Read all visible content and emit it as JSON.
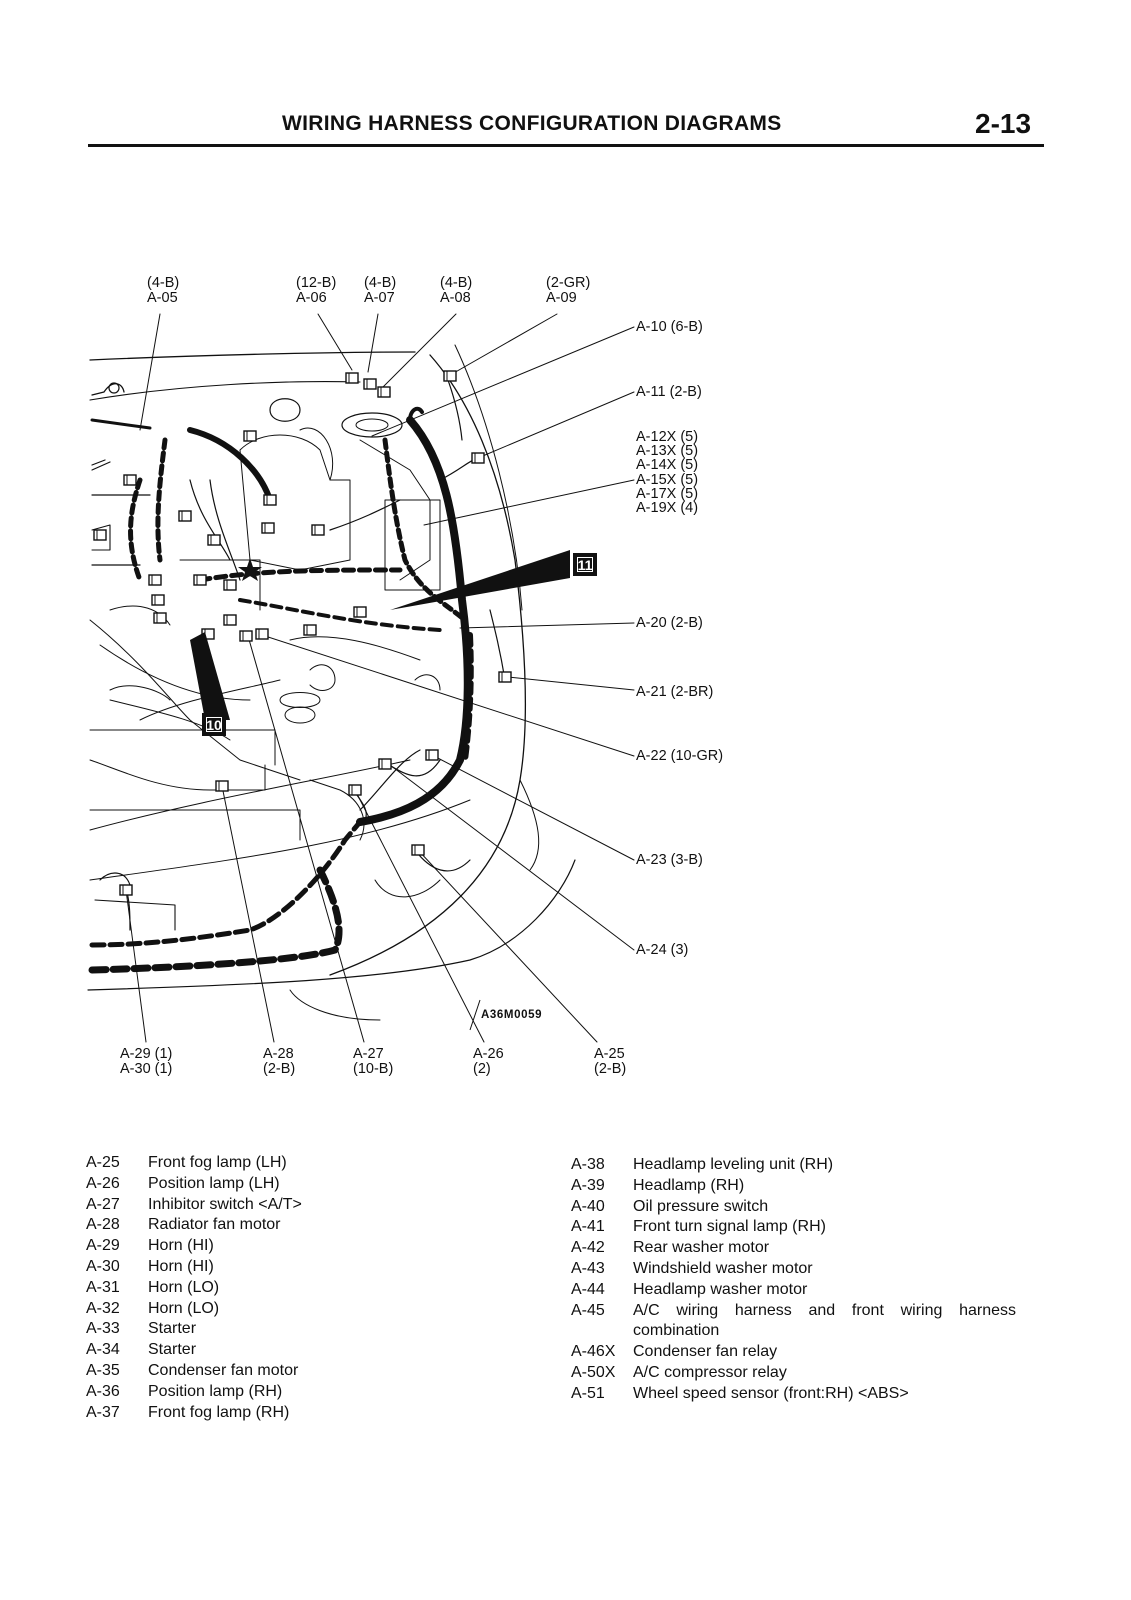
{
  "header": {
    "title": "WIRING HARNESS CONFIGURATION DIAGRAMS",
    "page_number": "2-13"
  },
  "callouts": {
    "a05_spec": "(4-B)",
    "a05_id": "A-05",
    "a06_spec": "(12-B)",
    "a06_id": "A-06",
    "a07_spec": "(4-B)",
    "a07_id": "A-07",
    "a08_spec": "(4-B)",
    "a08_id": "A-08",
    "a09_spec": "(2-GR)",
    "a09_id": "A-09",
    "a10": "A-10 (6-B)",
    "a11": "A-11 (2-B)",
    "a12_group": [
      "A-12X (5)",
      "A-13X (5)",
      "A-14X (5)",
      "A-15X (5)",
      "A-17X (5)",
      "A-19X (4)"
    ],
    "a20": "A-20 (2-B)",
    "a21": "A-21 (2-BR)",
    "a22": "A-22 (10-GR)",
    "a23": "A-23 (3-B)",
    "a24": "A-24 (3)",
    "a29_line1": "A-29 (1)",
    "a29_line2": "A-30 (1)",
    "a28_id": "A-28",
    "a28_spec": "(2-B)",
    "a27_id": "A-27",
    "a27_spec": "(10-B)",
    "a26_id": "A-26",
    "a26_spec": "(2)",
    "a25_id": "A-25",
    "a25_spec": "(2-B)"
  },
  "markers": {
    "m10": "10",
    "m11": "11"
  },
  "drawing_id": "A36M0059",
  "legend_left": [
    {
      "id": "A-25",
      "desc": "Front fog lamp (LH)"
    },
    {
      "id": "A-26",
      "desc": "Position lamp (LH)"
    },
    {
      "id": "A-27",
      "desc": "Inhibitor switch <A/T>"
    },
    {
      "id": "A-28",
      "desc": "Radiator fan motor"
    },
    {
      "id": "A-29",
      "desc": "Horn (HI)"
    },
    {
      "id": "A-30",
      "desc": "Horn (HI)"
    },
    {
      "id": "A-31",
      "desc": "Horn (LO)"
    },
    {
      "id": "A-32",
      "desc": "Horn (LO)"
    },
    {
      "id": "A-33",
      "desc": "Starter"
    },
    {
      "id": "A-34",
      "desc": "Starter"
    },
    {
      "id": "A-35",
      "desc": "Condenser fan motor"
    },
    {
      "id": "A-36",
      "desc": "Position lamp (RH)"
    },
    {
      "id": "A-37",
      "desc": "Front fog lamp (RH)"
    }
  ],
  "legend_right": [
    {
      "id": "A-38",
      "desc": "Headlamp leveling unit (RH)"
    },
    {
      "id": "A-39",
      "desc": "Headlamp (RH)"
    },
    {
      "id": "A-40",
      "desc": "Oil pressure switch"
    },
    {
      "id": "A-41",
      "desc": "Front turn signal lamp (RH)"
    },
    {
      "id": "A-42",
      "desc": "Rear washer motor"
    },
    {
      "id": "A-43",
      "desc": "Windshield washer motor"
    },
    {
      "id": "A-44",
      "desc": "Headlamp washer motor"
    },
    {
      "id": "A-45",
      "desc": "A/C wiring harness and front wiring harness combination"
    },
    {
      "id": "A-46X",
      "desc": "Condenser fan relay"
    },
    {
      "id": "A-50X",
      "desc": "A/C compressor relay"
    },
    {
      "id": "A-51",
      "desc": "Wheel speed sensor (front:RH) <ABS>"
    }
  ]
}
